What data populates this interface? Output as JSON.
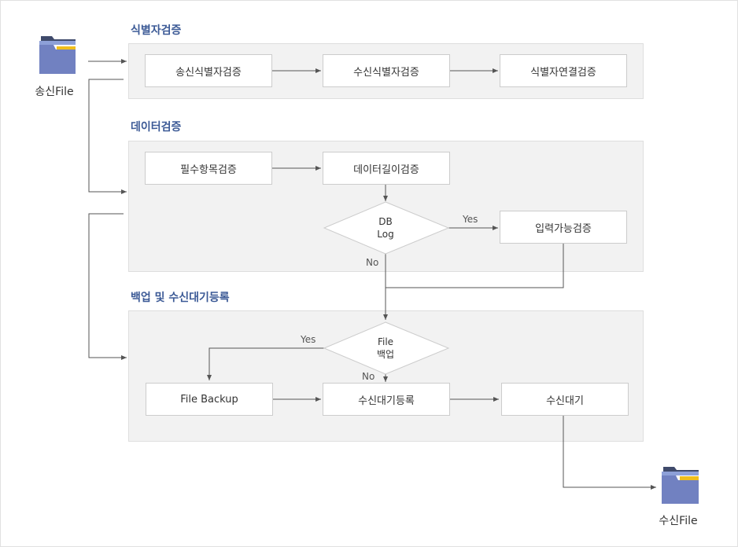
{
  "source_file": {
    "label": "송신File"
  },
  "target_file": {
    "label": "수신File"
  },
  "groups": [
    {
      "title": "식별자검증"
    },
    {
      "title": "데이터검증"
    },
    {
      "title": "백업 및 수신대기등록"
    }
  ],
  "nodes": {
    "send_id_check": "송신식별자검증",
    "recv_id_check": "수신식별자검증",
    "id_link_check": "식별자연결검증",
    "required_check": "필수항목검증",
    "length_check": "데이터길이검증",
    "input_check": "입력가능검증",
    "file_backup": "File Backup",
    "recv_register": "수신대기등록",
    "recv_wait": "수신대기"
  },
  "decisions": {
    "db_log": {
      "line1": "DB",
      "line2": "Log"
    },
    "file_backup": {
      "line1": "File",
      "line2": "백업"
    }
  },
  "edge_labels": {
    "db_yes": "Yes",
    "db_no": "No",
    "backup_yes": "Yes",
    "backup_no": "No"
  },
  "colors": {
    "group_title": "#3c5a96",
    "folder_body": "#7181c1",
    "folder_tab": "#3f4a6b",
    "folder_stripe": "#f0be1d",
    "line": "#555555"
  }
}
